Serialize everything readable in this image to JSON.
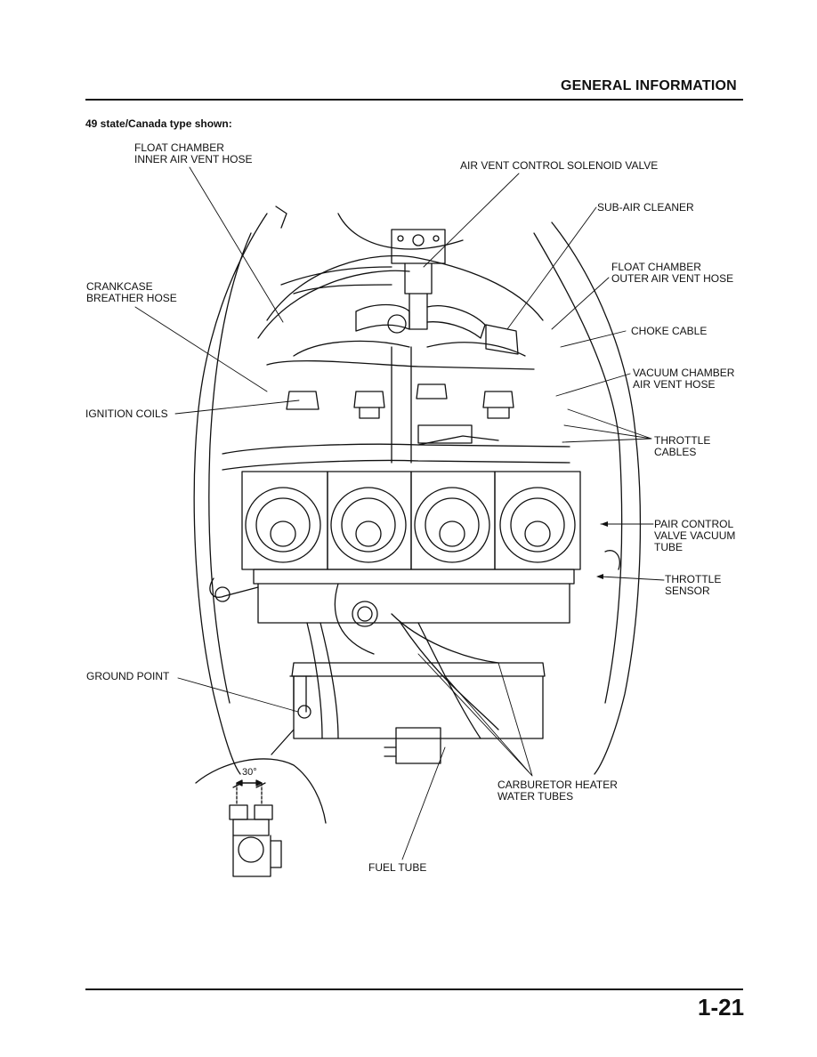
{
  "header": {
    "title": "GENERAL INFORMATION"
  },
  "caption": "49 state/Canada type shown:",
  "labels": {
    "float_chamber_inner": "FLOAT CHAMBER\nINNER AIR VENT HOSE",
    "air_vent_solenoid": "AIR VENT CONTROL SOLENOID VALVE",
    "sub_air_cleaner": "SUB-AIR CLEANER",
    "float_chamber_outer": "FLOAT CHAMBER\nOUTER AIR VENT HOSE",
    "crankcase_breather": "CRANKCASE\nBREATHER HOSE",
    "choke_cable": "CHOKE CABLE",
    "vacuum_chamber": "VACUUM CHAMBER\nAIR VENT HOSE",
    "ignition_coils": "IGNITION COILS",
    "throttle_cables": "THROTTLE\nCABLES",
    "pair_control": "PAIR CONTROL\nVALVE VACUUM\nTUBE",
    "throttle_sensor": "THROTTLE\nSENSOR",
    "ground_point": "GROUND POINT",
    "angle": "30°",
    "carb_heater": "CARBURETOR HEATER\nWATER TUBES",
    "fuel_tube": "FUEL TUBE"
  },
  "footer": {
    "page_number": "1-21"
  }
}
